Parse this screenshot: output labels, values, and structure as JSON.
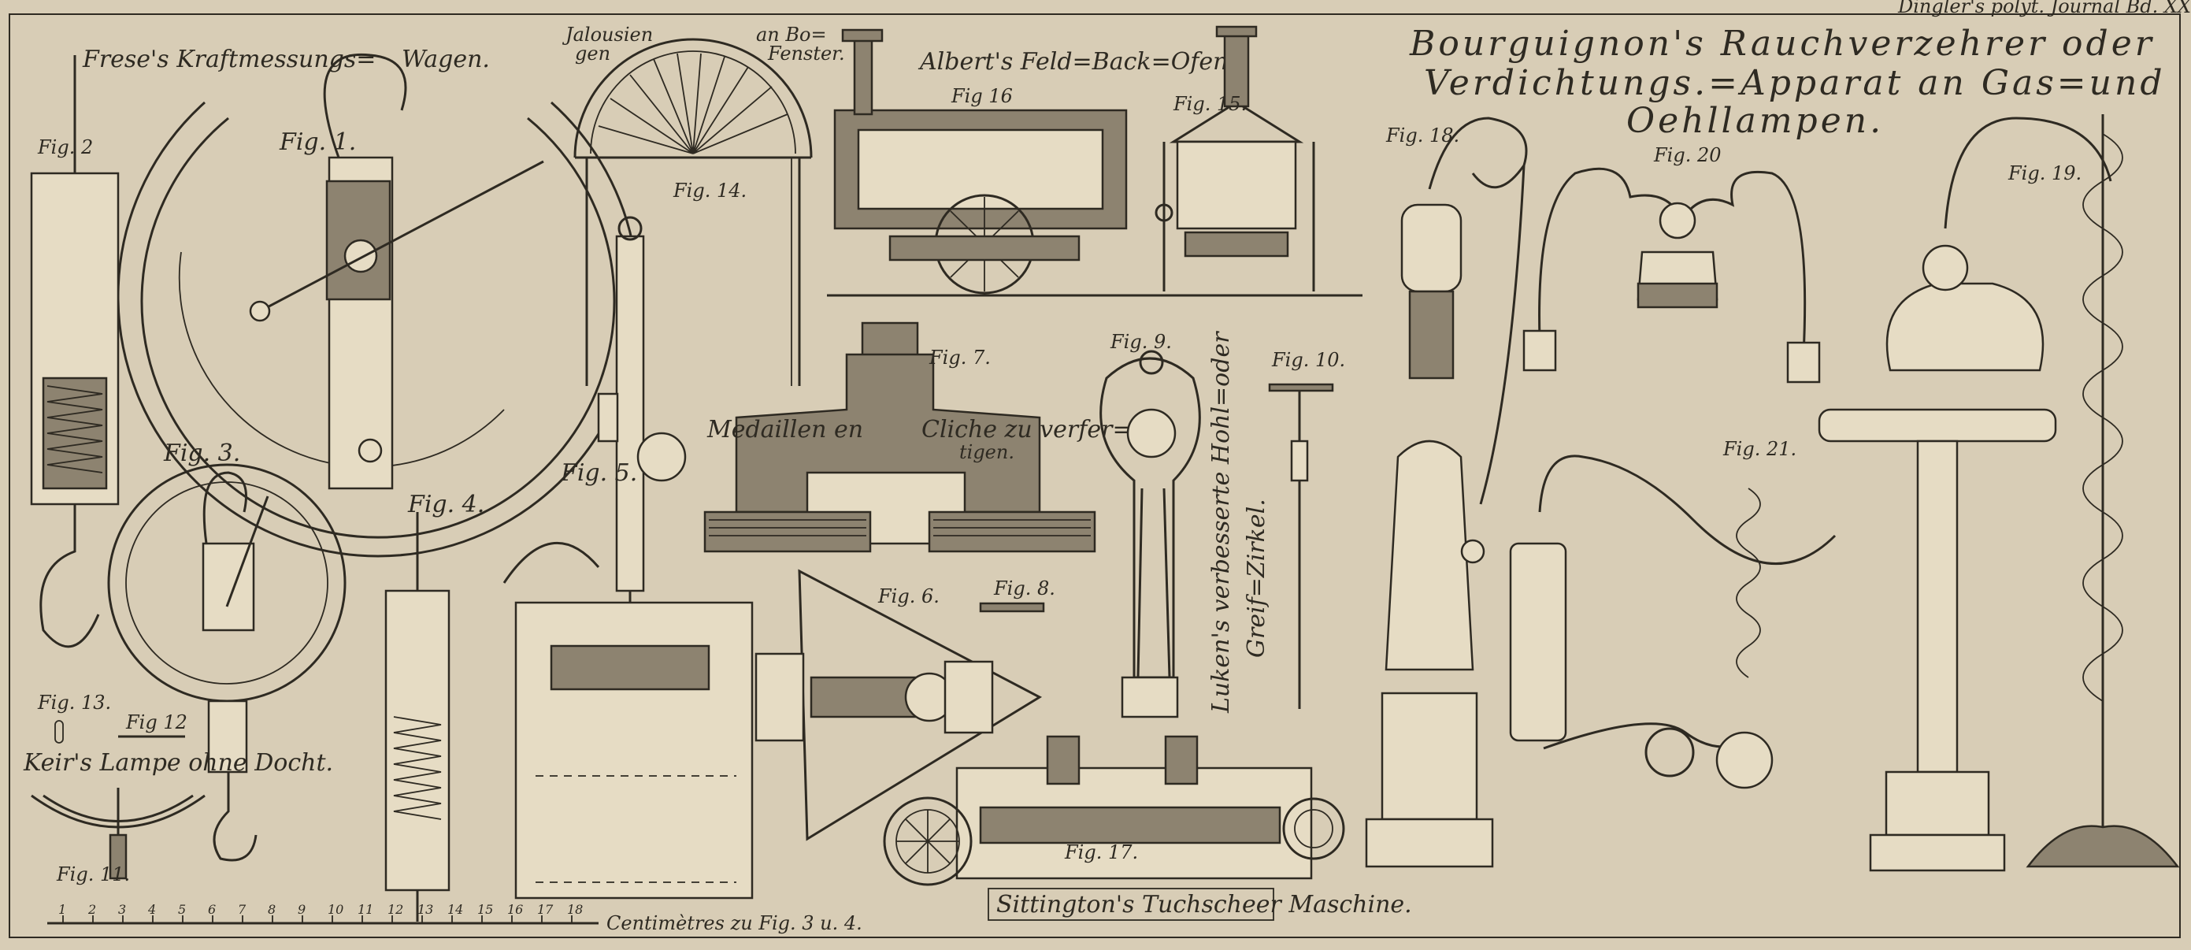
{
  "header": {
    "journal_ref": "Dingler's polyt. Journal Bd. XXV. Tf. VI."
  },
  "titles": {
    "kraftmesser_left": "Frese's Kraftmessungs=",
    "kraftmesser_right": "Wagen.",
    "backofen": "Albert's Feld=Back=Ofen",
    "rauch_line1": "Bourguignon's Rauchverzehrer oder",
    "rauch_line2": "Verdichtungs.=Apparat an Gas=und",
    "rauch_line3": "Oehllampen.",
    "jalousien_left": "Jalousien",
    "jalousien_left2": "gen",
    "jalousien_right": "an Bo=",
    "jalousien_right2": "Fenster.",
    "medaillen_left": "Medaillen en",
    "medaillen_right": "Cliche zu verfer=",
    "medaillen_right2": "tigen.",
    "zirkel_line1": "Luken's verbesserte Hohl=oder",
    "zirkel_line2": "Greif=Zirkel.",
    "lampe": "Keir's Lampe ohne Docht.",
    "tuchscheer": "Sittington's Tuchscheer Maschine.",
    "scale": "Centimètres zu Fig. 3 u. 4."
  },
  "figures": {
    "fig1": "Fig. 1.",
    "fig2": "Fig. 2",
    "fig3": "Fig. 3.",
    "fig4": "Fig. 4.",
    "fig5": "Fig. 5.",
    "fig6": "Fig. 6.",
    "fig7": "Fig. 7.",
    "fig8": "Fig. 8.",
    "fig9": "Fig. 9.",
    "fig10": "Fig. 10.",
    "fig11": "Fig. 11.",
    "fig12": "Fig 12",
    "fig13": "Fig. 13.",
    "fig14": "Fig. 14.",
    "fig15": "Fig. 15.",
    "fig16": "Fig 16",
    "fig17": "Fig. 17.",
    "fig18": "Fig. 18.",
    "fig19": "Fig. 19.",
    "fig20": "Fig. 20",
    "fig21": "Fig. 21."
  },
  "scale_numbers": [
    "1",
    "2",
    "3",
    "4",
    "5",
    "6",
    "7",
    "8",
    "9",
    "10",
    "11",
    "12",
    "13",
    "14",
    "15",
    "16",
    "17",
    "18"
  ],
  "colors": {
    "paper": "#d8cdb6",
    "ink": "#2e2a22",
    "shade": "#8d8370",
    "stamp": "#4f6fa8"
  }
}
